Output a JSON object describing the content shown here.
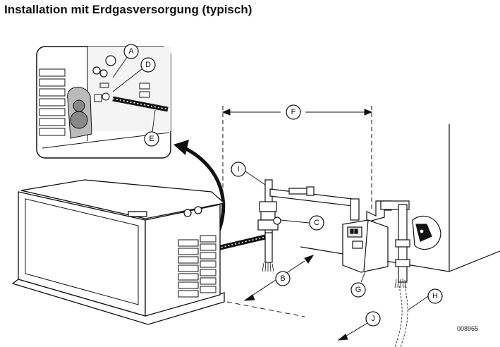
{
  "title": "Installation mit Erdgasversorgung (typisch)",
  "figure_id": "008965",
  "callouts": {
    "A": "A",
    "B": "B",
    "C": "C",
    "D": "D",
    "E": "E",
    "F": "F",
    "G": "G",
    "H": "H",
    "I": "I",
    "J": "J"
  },
  "colors": {
    "line": "#111111",
    "shade": "#777777",
    "light": "#d9d9d9",
    "background": "#ffffff"
  }
}
